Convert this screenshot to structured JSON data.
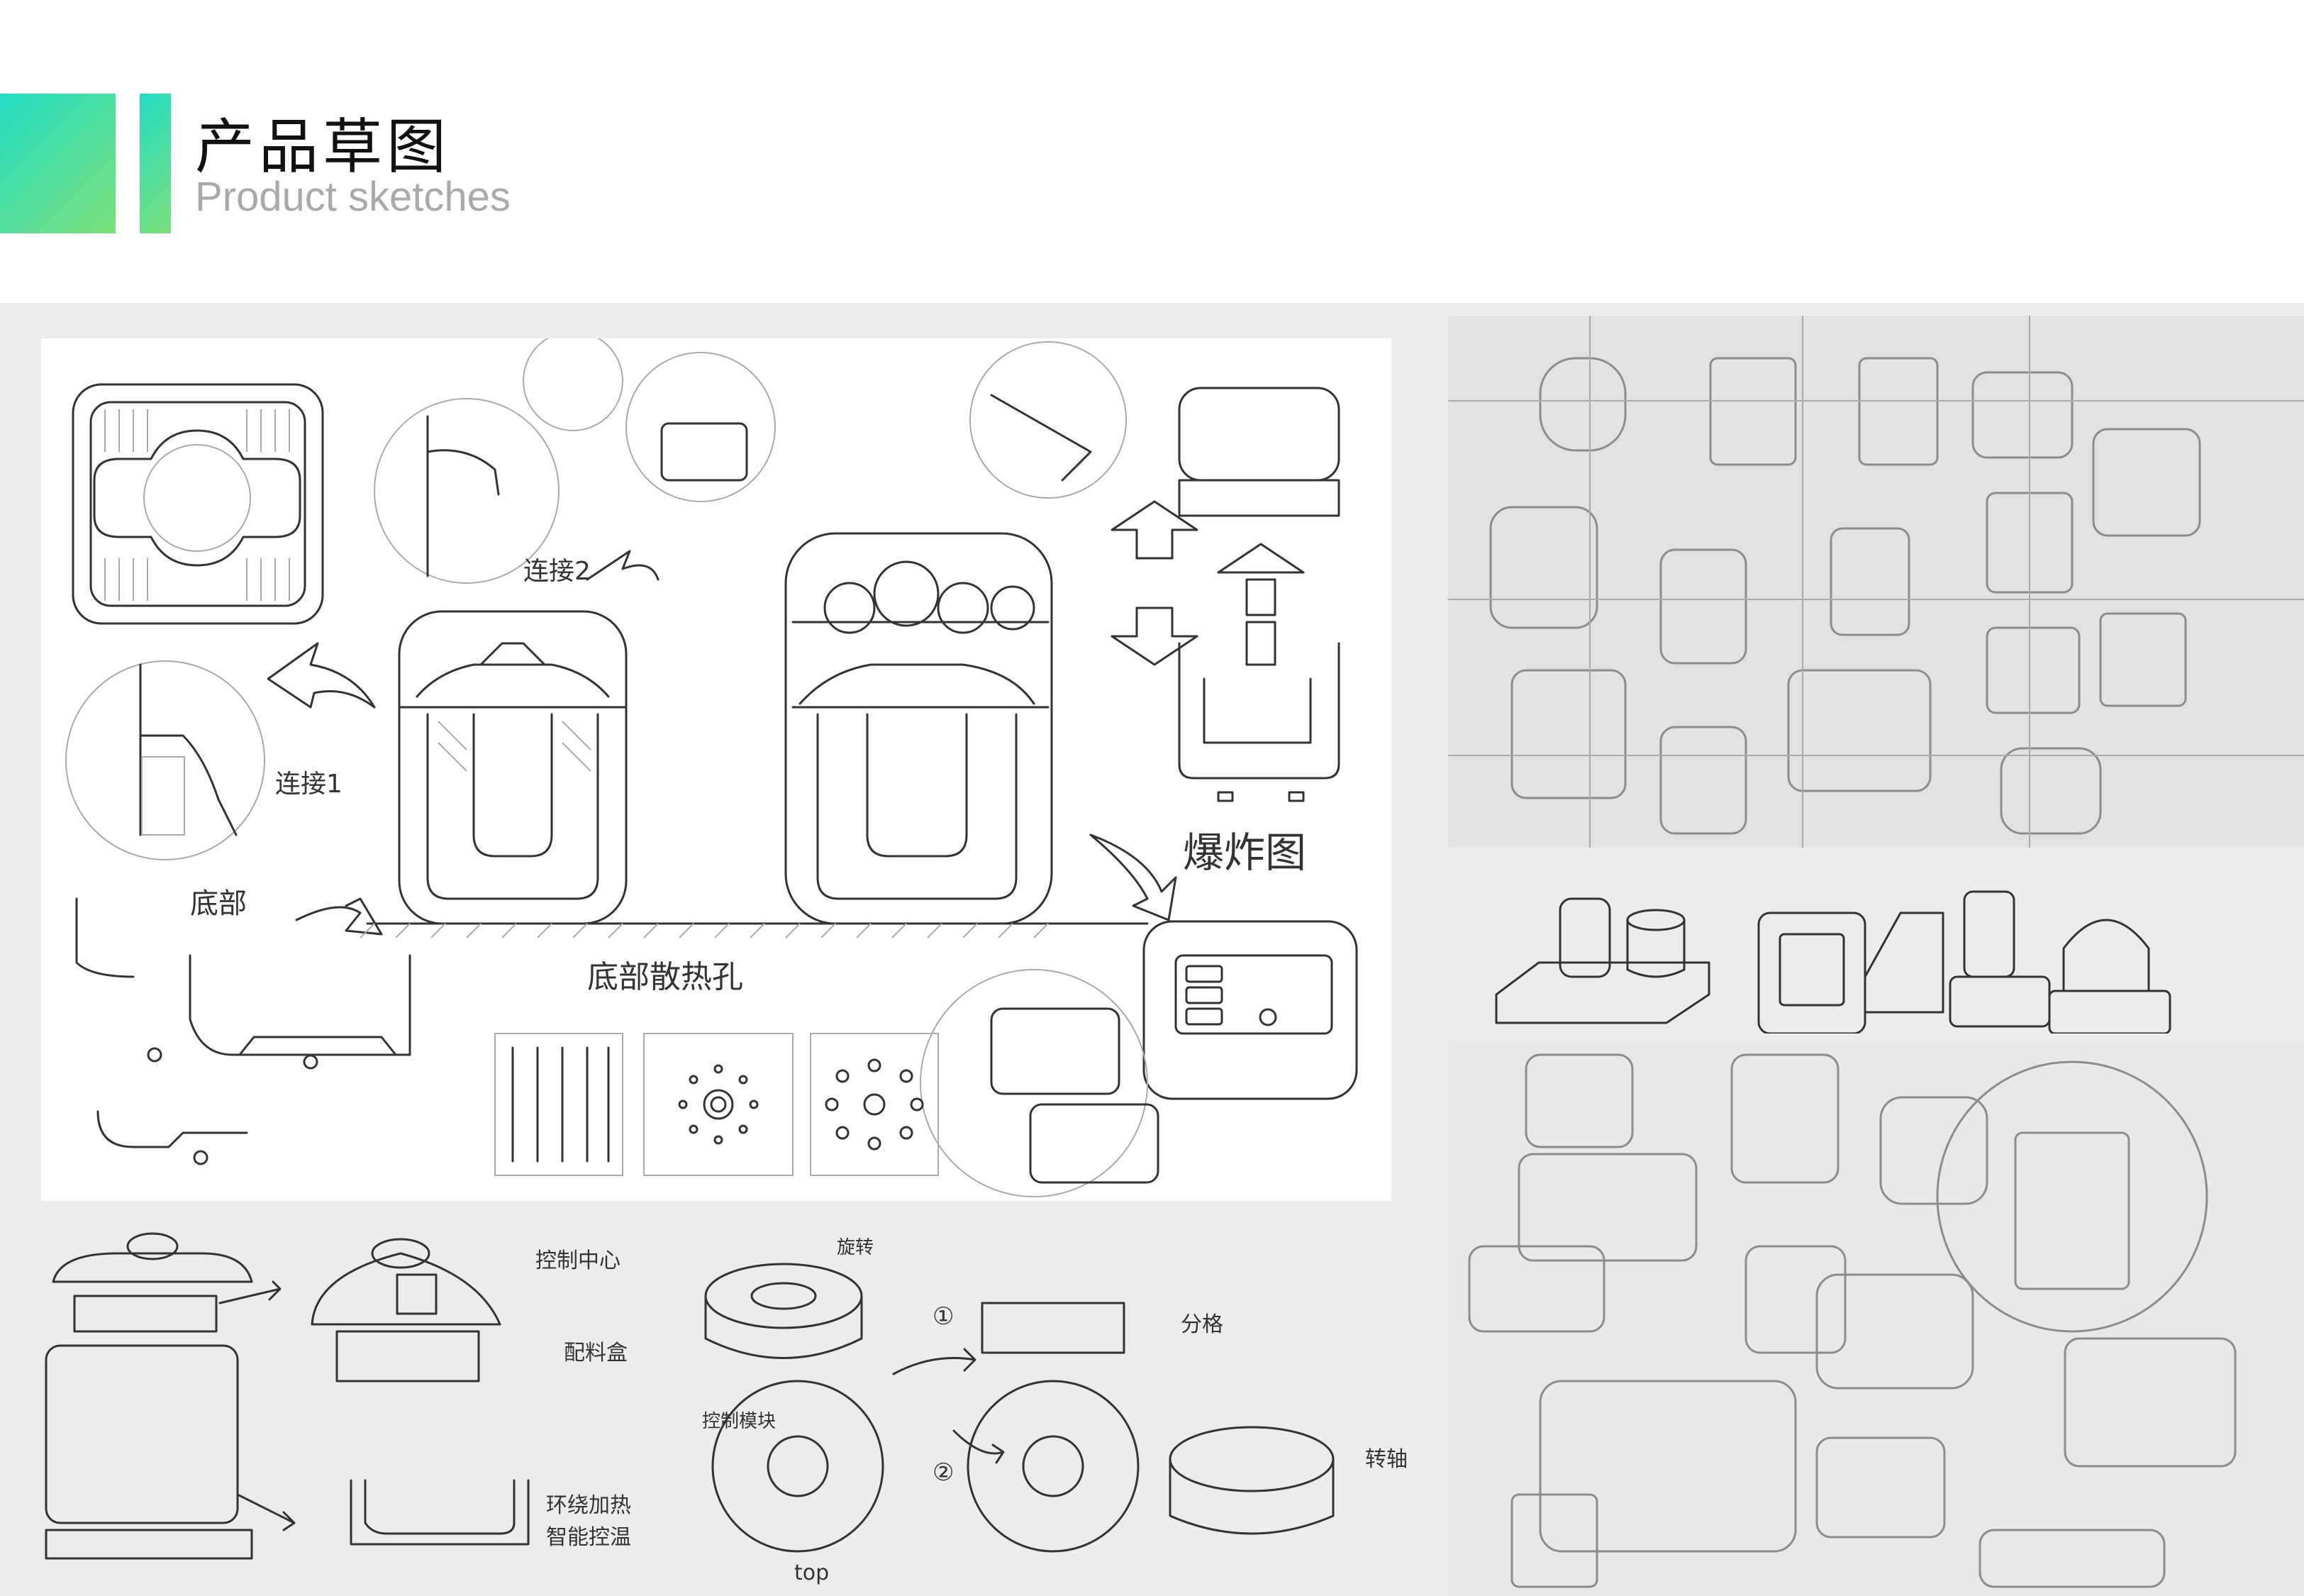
{
  "header": {
    "title_zh": "产品草图",
    "title_en": "Product sketches"
  },
  "colors": {
    "accent_start": "#23dcc4",
    "accent_end": "#7ce07a",
    "board_background": "#ececec"
  },
  "panels": {
    "main_sketch": {
      "labels": {
        "connection_2": "连接2",
        "connection_1": "连接1",
        "bottom": "底部",
        "bottom_vents": "底部散热孔",
        "exploded_view": "爆炸图"
      }
    },
    "lower_sketch": {
      "labels": {
        "control_center": "控制中心",
        "ingredient_box": "配料盒",
        "ring_heating": "环绕加热",
        "smart_temp": "智能控温",
        "rotate_top": "旋转",
        "control_module": "控制模块",
        "split": "分格",
        "axis": "转轴",
        "top": "top",
        "step_1": "①",
        "step_2": "②"
      }
    }
  }
}
